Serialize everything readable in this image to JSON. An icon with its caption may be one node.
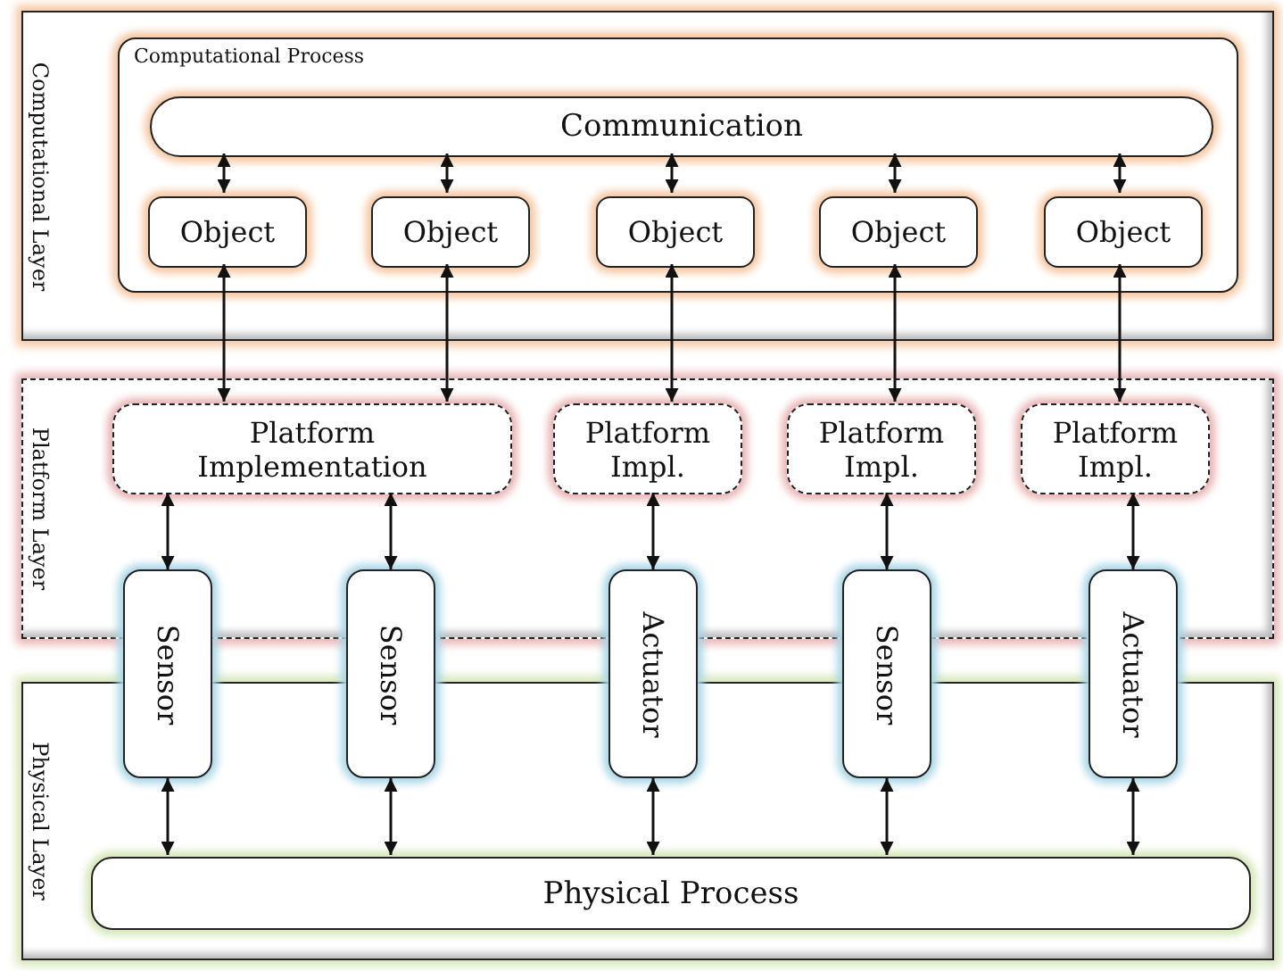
{
  "diagram": {
    "nodes": [
      {
        "text": [
          "Computational Layer"
        ]
      },
      {
        "text": [
          "Computational Process"
        ],
        "in": 0
      },
      {
        "text": [
          "Communication"
        ],
        "in": 1
      },
      {
        "text": [
          "Object"
        ],
        "in": 1
      },
      {
        "text": [
          "Object"
        ],
        "in": 1
      },
      {
        "text": [
          "Object"
        ],
        "in": 1
      },
      {
        "text": [
          "Object"
        ],
        "in": 1
      },
      {
        "text": [
          "Object"
        ],
        "in": 1
      },
      {
        "text": [
          "Platform Layer"
        ]
      },
      {
        "text": [
          "Platform Implementation"
        ],
        "in": 8
      },
      {
        "text": [
          "Platform Impl."
        ],
        "in": 8
      },
      {
        "text": [
          "Platform Impl."
        ],
        "in": 8
      },
      {
        "text": [
          "Platform Impl."
        ],
        "in": 8
      },
      {
        "text": [
          "Sensor"
        ]
      },
      {
        "text": [
          "Sensor"
        ]
      },
      {
        "text": [
          "Actuator"
        ]
      },
      {
        "text": [
          "Sensor"
        ]
      },
      {
        "text": [
          "Actuator"
        ]
      },
      {
        "text": [
          "Physical Layer"
        ]
      },
      {
        "text": [
          "Physical Process"
        ],
        "in": 18
      }
    ],
    "edges": [
      {
        "from": 2,
        "to": 3,
        "arrow": "both"
      },
      {
        "from": 2,
        "to": 4,
        "arrow": "both"
      },
      {
        "from": 2,
        "to": 5,
        "arrow": "both"
      },
      {
        "from": 2,
        "to": 6,
        "arrow": "both"
      },
      {
        "from": 2,
        "to": 7,
        "arrow": "both"
      },
      {
        "from": 3,
        "to": 9,
        "arrow": "both"
      },
      {
        "from": 4,
        "to": 9,
        "arrow": "both"
      },
      {
        "from": 5,
        "to": 10,
        "arrow": "both"
      },
      {
        "from": 6,
        "to": 11,
        "arrow": "both"
      },
      {
        "from": 7,
        "to": 12,
        "arrow": "both"
      },
      {
        "from": 9,
        "to": 13,
        "arrow": "both"
      },
      {
        "from": 9,
        "to": 14,
        "arrow": "both"
      },
      {
        "from": 10,
        "to": 15,
        "arrow": "both"
      },
      {
        "from": 11,
        "to": 16,
        "arrow": "both"
      },
      {
        "from": 12,
        "to": 17,
        "arrow": "both"
      },
      {
        "from": 13,
        "to": 19,
        "arrow": "both"
      },
      {
        "from": 14,
        "to": 19,
        "arrow": "both"
      },
      {
        "from": 15,
        "to": 19,
        "arrow": "both"
      },
      {
        "from": 16,
        "to": 19,
        "arrow": "both"
      },
      {
        "from": 17,
        "to": 19,
        "arrow": "both"
      }
    ]
  }
}
